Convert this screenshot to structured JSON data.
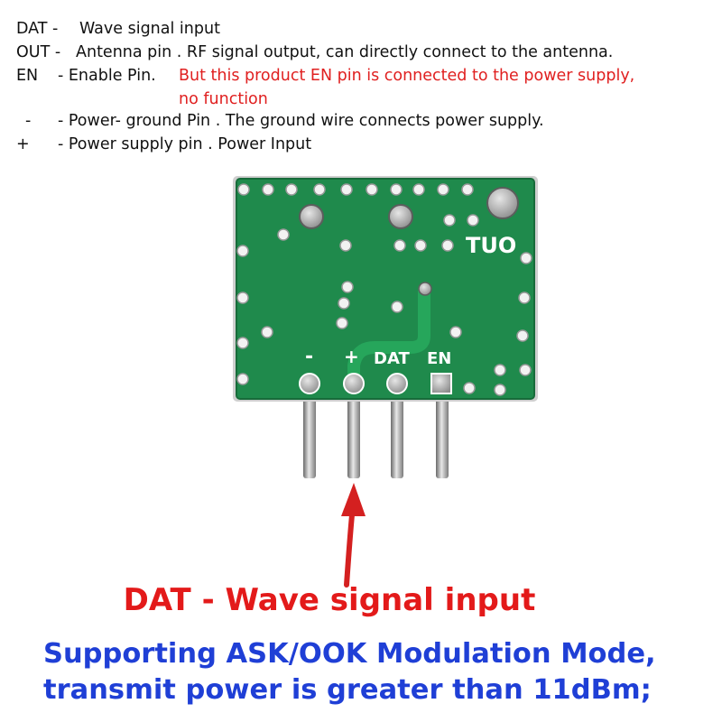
{
  "pins": [
    {
      "name": "DAT -",
      "desc": "Wave signal input"
    },
    {
      "name": "OUT -",
      "desc": "Antenna pin . RF signal output, can directly connect to the antenna."
    },
    {
      "name": "EN",
      "desc": "- Enable Pin.",
      "note_line1": "But this product EN pin is connected to the power supply,",
      "note_line2": "no function"
    },
    {
      "name": "-",
      "desc": "- Power- ground Pin . The ground wire connects power supply."
    },
    {
      "name": "+",
      "desc": "- Power supply pin . Power Input"
    }
  ],
  "board": {
    "silk_out": "TUO",
    "silk_minus": "-",
    "silk_plus": "+",
    "silk_dat": "DAT",
    "silk_en": "EN",
    "pcb_color": "#1f8a4c",
    "silk_color": "#ffffff"
  },
  "caption": {
    "title": "DAT -  Wave signal input",
    "line1": "Supporting ASK/OOK Modulation Mode,",
    "line2": "transmit power is greater than 11dBm;",
    "title_color": "#e31a1a",
    "text_color": "#1f3fd6"
  }
}
